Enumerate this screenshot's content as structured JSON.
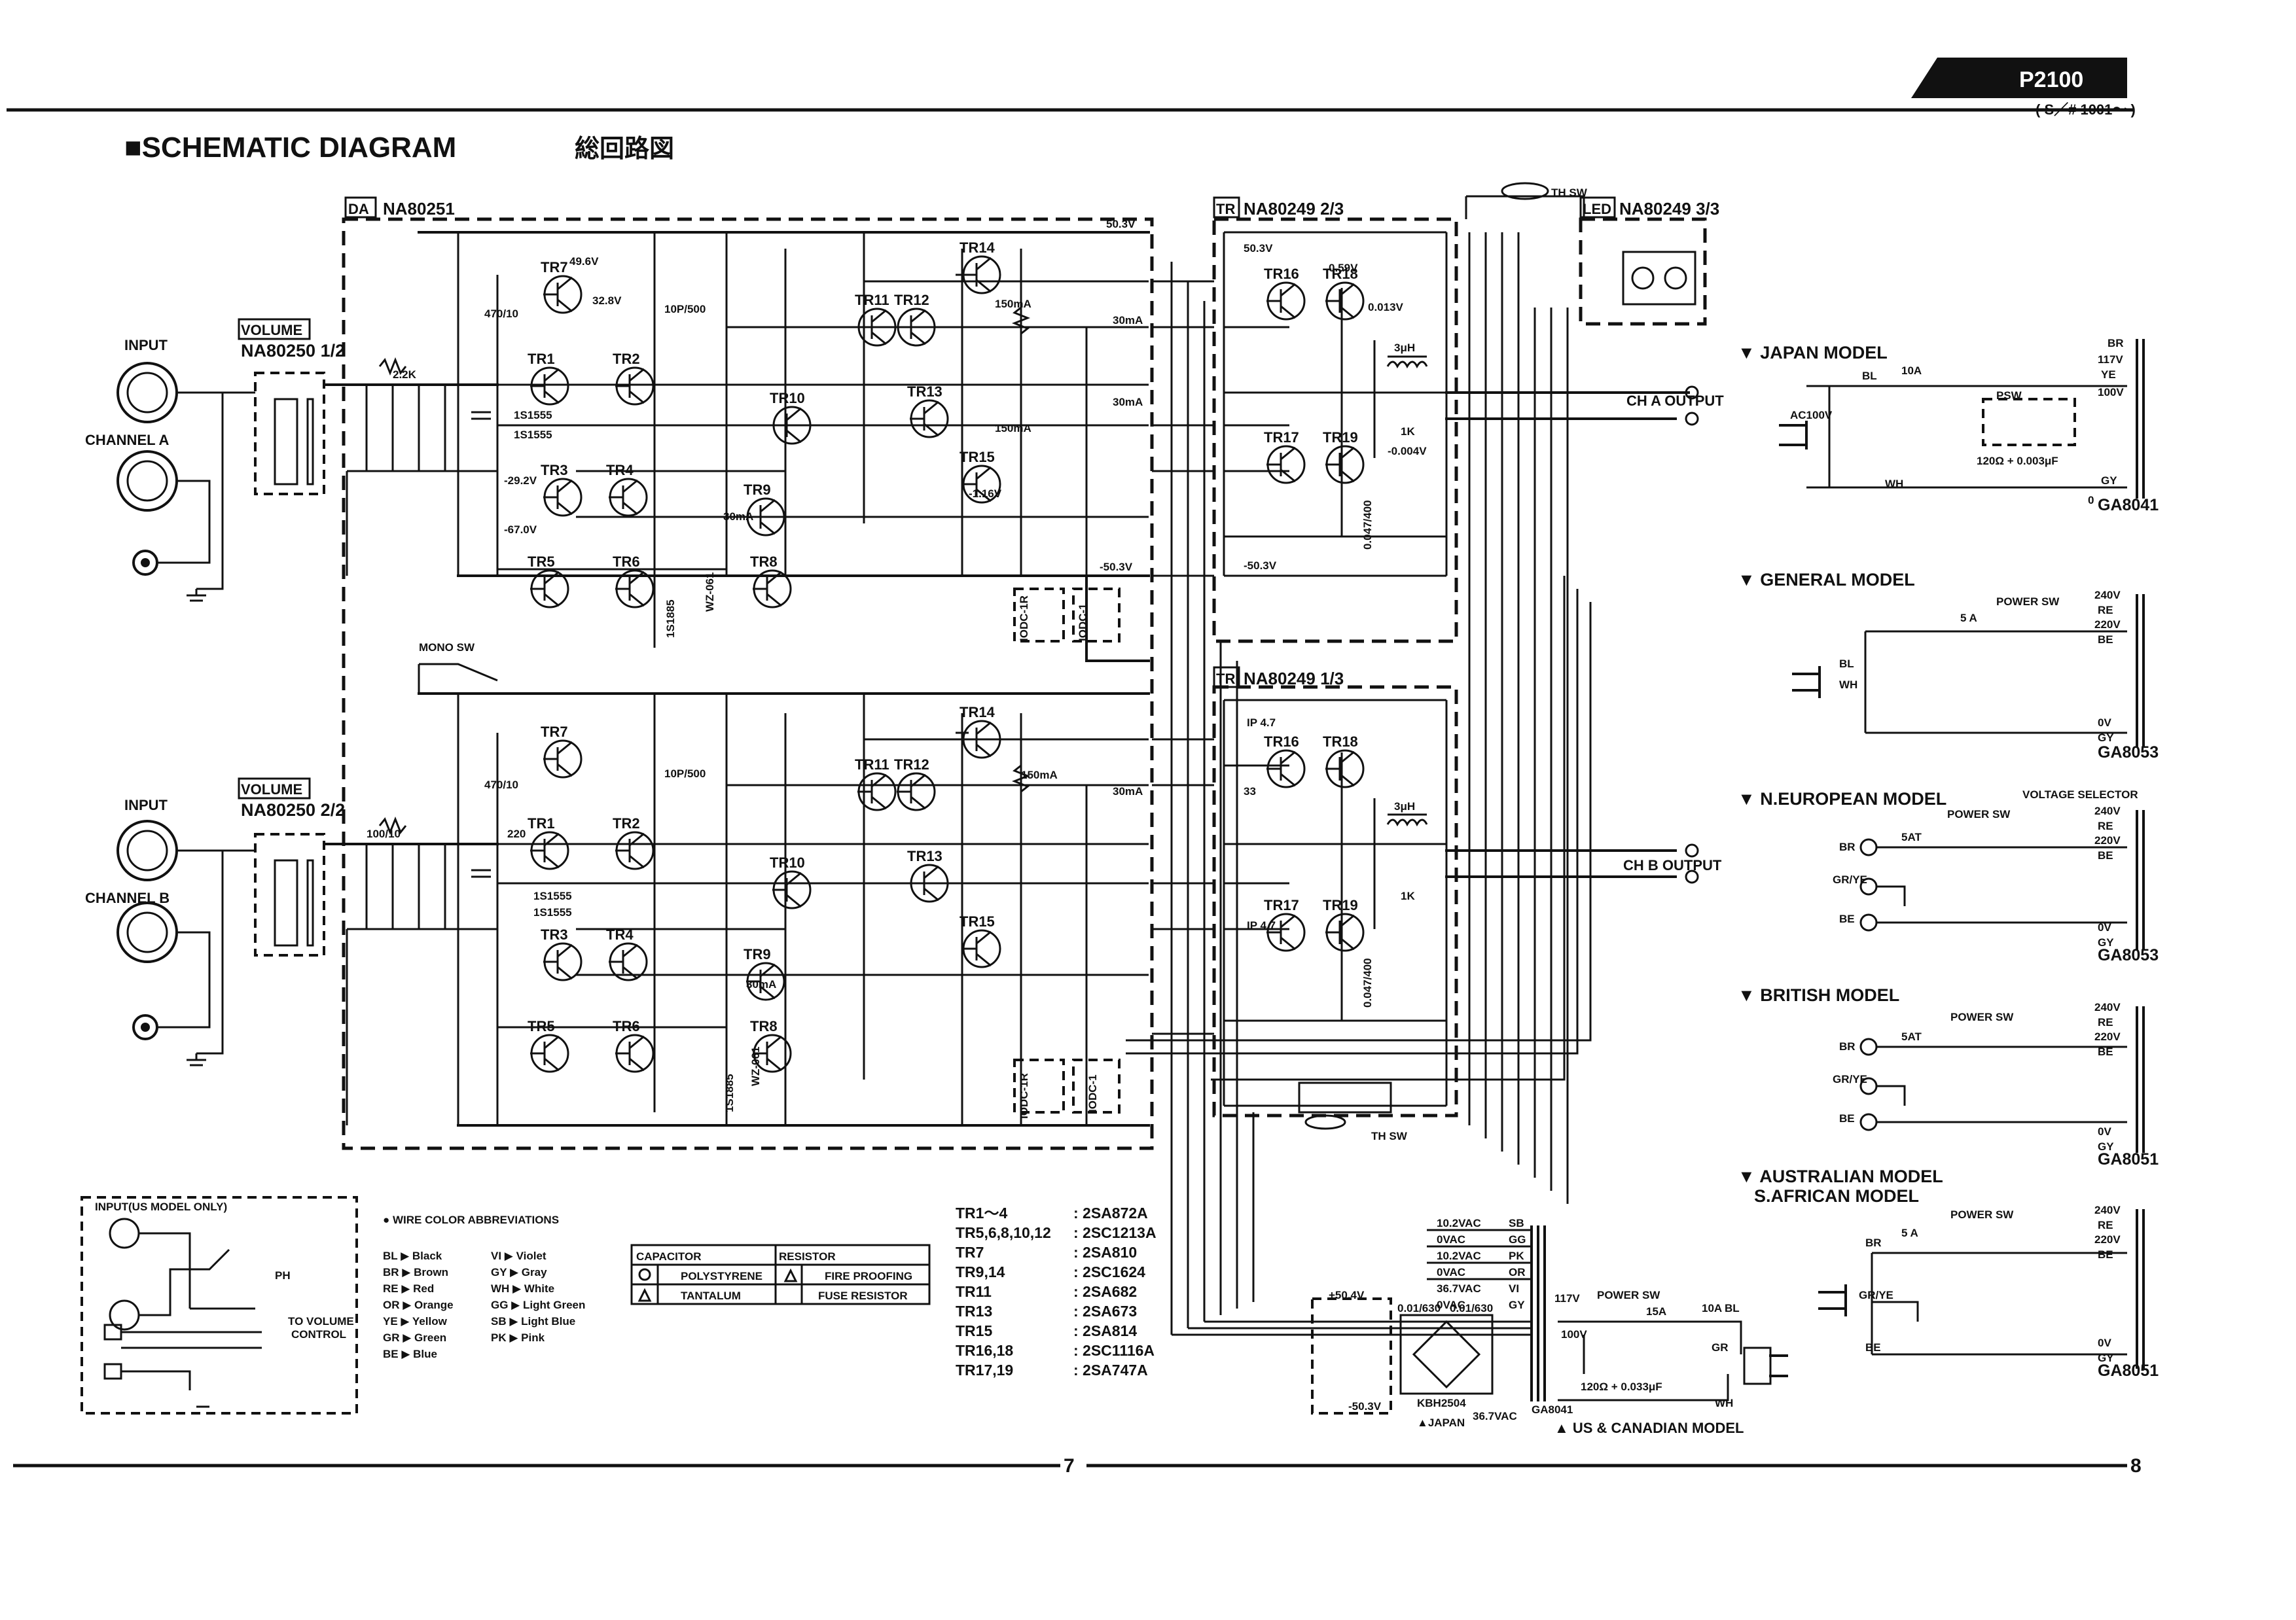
{
  "header": {
    "model_tab": "P2100",
    "serial_range": "( S／# 1001～ )",
    "title": "■SCHEMATIC  DIAGRAM",
    "title_jp": "総回路図"
  },
  "boards": {
    "da": {
      "tag": "DA",
      "code": "NA80251"
    },
    "tr23": {
      "tag": "TR",
      "code": "NA80249 2/3"
    },
    "tr13": {
      "tag": "TR",
      "code": "NA80249 1/3"
    },
    "led": {
      "tag": "LED",
      "code": "NA80249 3/3"
    },
    "vol_a": {
      "tag": "VOLUME",
      "code": "NA80250 1/2"
    },
    "vol_b": {
      "tag": "VOLUME",
      "code": "NA80250 2/2"
    }
  },
  "inputs": {
    "input_a": "INPUT",
    "channel_a": "CHANNEL A",
    "input_b": "INPUT",
    "channel_b": "CHANNEL B",
    "mono_sw": "MONO SW",
    "ch_a_output": "CH A  OUTPUT",
    "ch_b_output": "CH B  OUTPUT",
    "th_sw": "TH SW"
  },
  "transistors_a": [
    "TR1",
    "TR2",
    "TR3",
    "TR4",
    "TR5",
    "TR6",
    "TR7",
    "TR8",
    "TR9",
    "TR10",
    "TR11",
    "TR12",
    "TR13",
    "TR14",
    "TR15"
  ],
  "transistors_out_a": [
    "TR16",
    "TR17",
    "TR18",
    "TR19"
  ],
  "transistors_b": [
    "TR1",
    "TR2",
    "TR3",
    "TR4",
    "TR5",
    "TR6",
    "TR7",
    "TR8",
    "TR9",
    "TR10",
    "TR11",
    "TR12",
    "TR13",
    "TR14",
    "TR15"
  ],
  "transistors_out_b": [
    "TR16",
    "TR17",
    "TR18",
    "TR19"
  ],
  "parts": {
    "diode": "1S1555",
    "zener": "WZ-061",
    "diode2": "1S1885",
    "idc": "IODC-1",
    "idc_r": "IODC-1R",
    "rail_pos": "50.3V",
    "rail_neg": "-50.3V",
    "probe1": "49.6V",
    "probe2": "32.8V",
    "probe3": "0.59V",
    "probe4": "0.013V",
    "probe5": "-0.004V",
    "probe6": "-1.16V",
    "probe7": "-29.2V",
    "probe8": "-67.0V",
    "r_470": "470/10",
    "r_220": "220",
    "r_22k": "2.2K",
    "r_100": "100/10",
    "c_150": "150mA",
    "c_30": "30mA",
    "c_10p": "10P/500",
    "c_3uh": "3μH",
    "c_1k": "1K",
    "c_047": "0.047/400",
    "r_47": "IP 4.7",
    "r_33": "33"
  },
  "models": {
    "japan": {
      "title": "▼ JAPAN MODEL",
      "plug": "AC100V",
      "fuse": "10A",
      "psw": "PSW",
      "rc": "120Ω + 0.003μF",
      "transformer": "GA8041",
      "wires": [
        "BL",
        "WH"
      ],
      "taps": [
        "BR",
        "117V",
        "YE",
        "100V",
        "GY",
        "0"
      ]
    },
    "general": {
      "title": "▼ GENERAL MODEL",
      "switch": "POWER SW",
      "fuse": "5 A",
      "transformer": "GA8053",
      "wires": [
        "BL",
        "WH"
      ],
      "taps": [
        "240V",
        "RE",
        "220V",
        "BE",
        "0V",
        "GY"
      ]
    },
    "neuro": {
      "title": "▼ N.EUROPEAN MODEL",
      "switch": "POWER SW",
      "selector": "VOLTAGE SELECTOR",
      "fuse": "5AT",
      "transformer": "GA8053",
      "wires": [
        "BR",
        "GR/YE",
        "BE"
      ],
      "taps": [
        "240V",
        "RE",
        "220V",
        "BE",
        "0V",
        "GY"
      ]
    },
    "british": {
      "title": "▼ BRITISH  MODEL",
      "switch": "POWER SW",
      "fuse": "5AT",
      "transformer": "GA8051",
      "wires": [
        "BR",
        "GR/YE",
        "BE"
      ],
      "taps": [
        "240V",
        "RE",
        "220V",
        "BE",
        "0V",
        "GY"
      ]
    },
    "australian": {
      "title": "▼ AUSTRALIAN MODEL",
      "title2": "S.AFRICAN MODEL",
      "switch": "POWER SW",
      "fuse": "5 A",
      "transformer": "GA8051",
      "wires": [
        "BR",
        "GR/YE",
        "BE"
      ],
      "taps": [
        "240V",
        "RE",
        "220V",
        "BE",
        "0V",
        "GY"
      ]
    }
  },
  "us_input": {
    "title": "INPUT(US MODEL ONLY)",
    "ph": "PH",
    "to_volume": "TO VOLUME",
    "control": "CONTROL"
  },
  "wire_colors": {
    "title": "● WIRE COLOR ABBREVIATIONS",
    "left": [
      "BL ▶ Black",
      "BR ▶ Brown",
      "RE ▶ Red",
      "OR ▶ Orange",
      "YE ▶ Yellow",
      "GR ▶ Green",
      "BE ▶ Blue"
    ],
    "right": [
      "VI ▶ Violet",
      "GY ▶ Gray",
      "WH ▶ White",
      "GG ▶ Light Green",
      "SB ▶ Light Blue",
      "PK ▶ Pink"
    ]
  },
  "legend": {
    "capacitor": "CAPACITOR",
    "resistor": "RESISTOR",
    "polystyrene": "POLYSTYRENE",
    "fire_proofing": "FIRE PROOFING",
    "tantalum": "TANTALUM",
    "fuse_resistor": "FUSE RESISTOR"
  },
  "part_table": [
    {
      "ref": "TR1～4",
      "part": ": 2SA872A"
    },
    {
      "ref": "TR5,6,8,10,12",
      "part": ": 2SC1213A"
    },
    {
      "ref": "TR7",
      "part": ": 2SA810"
    },
    {
      "ref": "TR9,14",
      "part": ": 2SC1624"
    },
    {
      "ref": "TR11",
      "part": ": 2SA682"
    },
    {
      "ref": "TR13",
      "part": ": 2SA673"
    },
    {
      "ref": "TR15",
      "part": ": 2SA814"
    },
    {
      "ref": "TR16,18",
      "part": ": 2SC1116A"
    },
    {
      "ref": "TR17,19",
      "part": ": 2SA747A"
    }
  ],
  "power_supply": {
    "v1": "10.2VAC",
    "v2": "0VAC",
    "v3": "10.2VAC",
    "v4": "0VAC",
    "v5": "36.7VAC",
    "v6": "0VAC",
    "wires": [
      "SB",
      "GG",
      "PK",
      "OR",
      "VI",
      "GY"
    ],
    "plus": "+50.4V",
    "minus": "-50.3V",
    "cap1": "0.01/630",
    "cap2": "0.01/630",
    "bridge": "KBH2504",
    "ac": "36.7VAC",
    "transformer": "GA8041",
    "tap": "117V",
    "tap2": "100V",
    "switch": "POWER SW",
    "fuse1": "15A",
    "fuse2": "10A",
    "rc": "120Ω + 0.033μF",
    "japan_note": "▲JAPAN",
    "us_note": "▲ US & CANADIAN MODEL",
    "plug_wires": [
      "BL",
      "GR",
      "WH"
    ]
  },
  "footer": {
    "page_left": "7",
    "page_right": "8"
  }
}
